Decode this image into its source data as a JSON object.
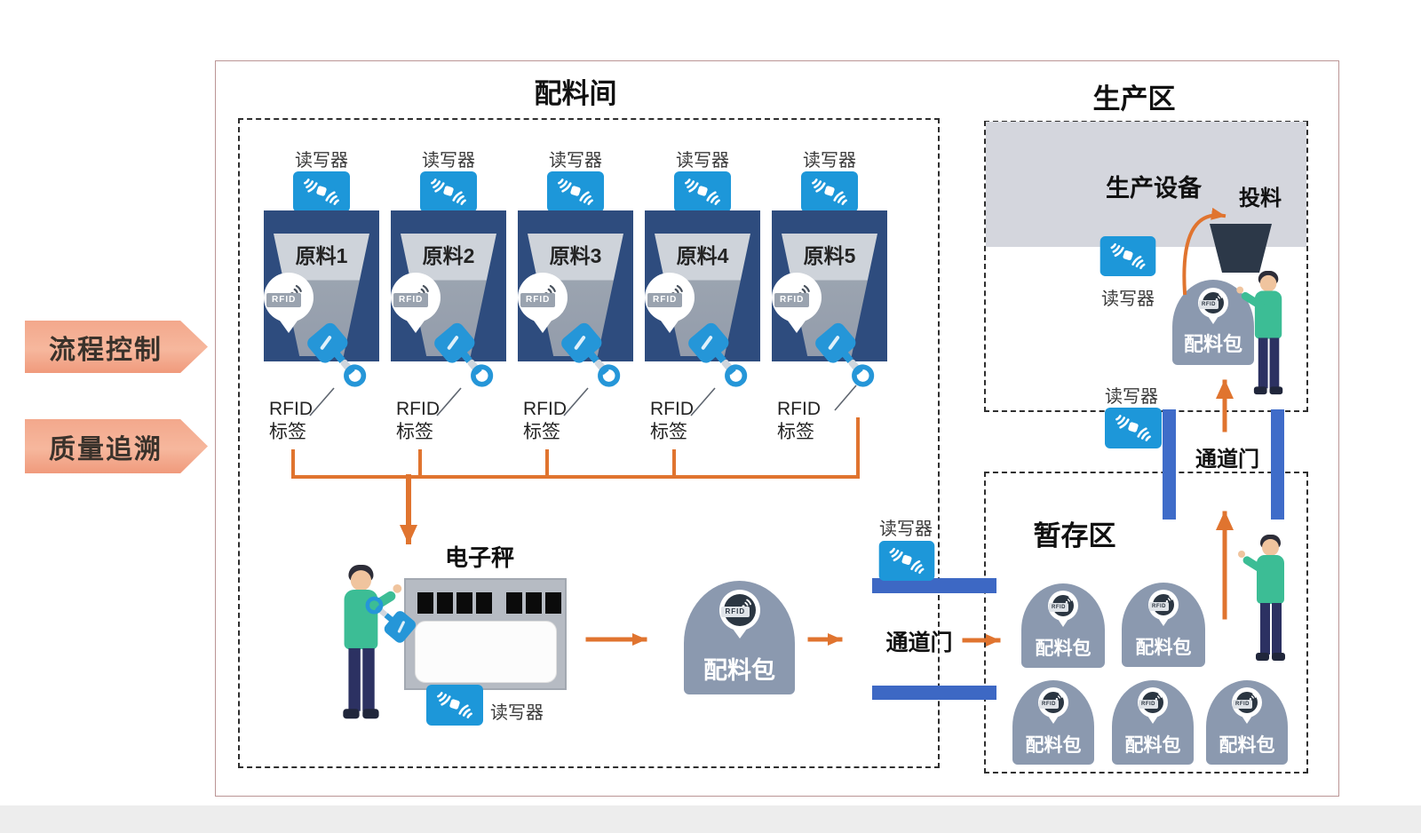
{
  "left_tags": [
    {
      "label": "流程控制"
    },
    {
      "label": "质量追溯"
    }
  ],
  "batching_room": {
    "title": "配料间",
    "stations": [
      {
        "reader": "读写器",
        "material": "原料1",
        "rfid": "RFID",
        "tag1": "RFID",
        "tag2": "标签"
      },
      {
        "reader": "读写器",
        "material": "原料2",
        "rfid": "RFID",
        "tag1": "RFID",
        "tag2": "标签"
      },
      {
        "reader": "读写器",
        "material": "原料3",
        "rfid": "RFID",
        "tag1": "RFID",
        "tag2": "标签"
      },
      {
        "reader": "读写器",
        "material": "原料4",
        "rfid": "RFID",
        "tag1": "RFID",
        "tag2": "标签"
      },
      {
        "reader": "读写器",
        "material": "原料5",
        "rfid": "RFID",
        "tag1": "RFID",
        "tag2": "标签"
      }
    ],
    "scale": {
      "title": "电子秤",
      "reader": "读写器"
    },
    "bag": {
      "label": "配料包",
      "rfid": "RFID"
    }
  },
  "gate_out": {
    "label": "通道门",
    "reader": "读写器"
  },
  "staging": {
    "title": "暂存区",
    "bags": [
      {
        "label": "配料包",
        "rfid": "RFID"
      },
      {
        "label": "配料包",
        "rfid": "RFID"
      },
      {
        "label": "配料包",
        "rfid": "RFID"
      },
      {
        "label": "配料包",
        "rfid": "RFID"
      },
      {
        "label": "配料包",
        "rfid": "RFID"
      }
    ]
  },
  "gate_in": {
    "label": "通道门",
    "reader": "读写器"
  },
  "production": {
    "title": "生产区",
    "equipment": "生产设备",
    "feeding": "投料",
    "reader_top": "读写器",
    "bag": {
      "label": "配料包",
      "rfid": "RFID"
    }
  },
  "icons": {
    "reader-icon": "blue rounded rectangle with two facing wifi arc fans and a white tag chip",
    "rfid-balloon-icon": "white speech balloon containing RFID chip and wifi arcs",
    "shovel-icon": "blue scoop shovel with D-ring handle",
    "wifi-icon": "wifi signal arcs with dot",
    "flow-arrow": "orange process flow arrow"
  },
  "colors": {
    "accent_orange": "#e0742f",
    "reader_blue": "#1d97d9",
    "container_blue": "#2e4c7e",
    "gate_blue": "#3d68c4",
    "bag_gray_blue": "#8b99af",
    "tag_salmon": "#f3a88c",
    "equipment_band_gray": "#d4d6dd",
    "hopper_dark": "#2c3848"
  }
}
